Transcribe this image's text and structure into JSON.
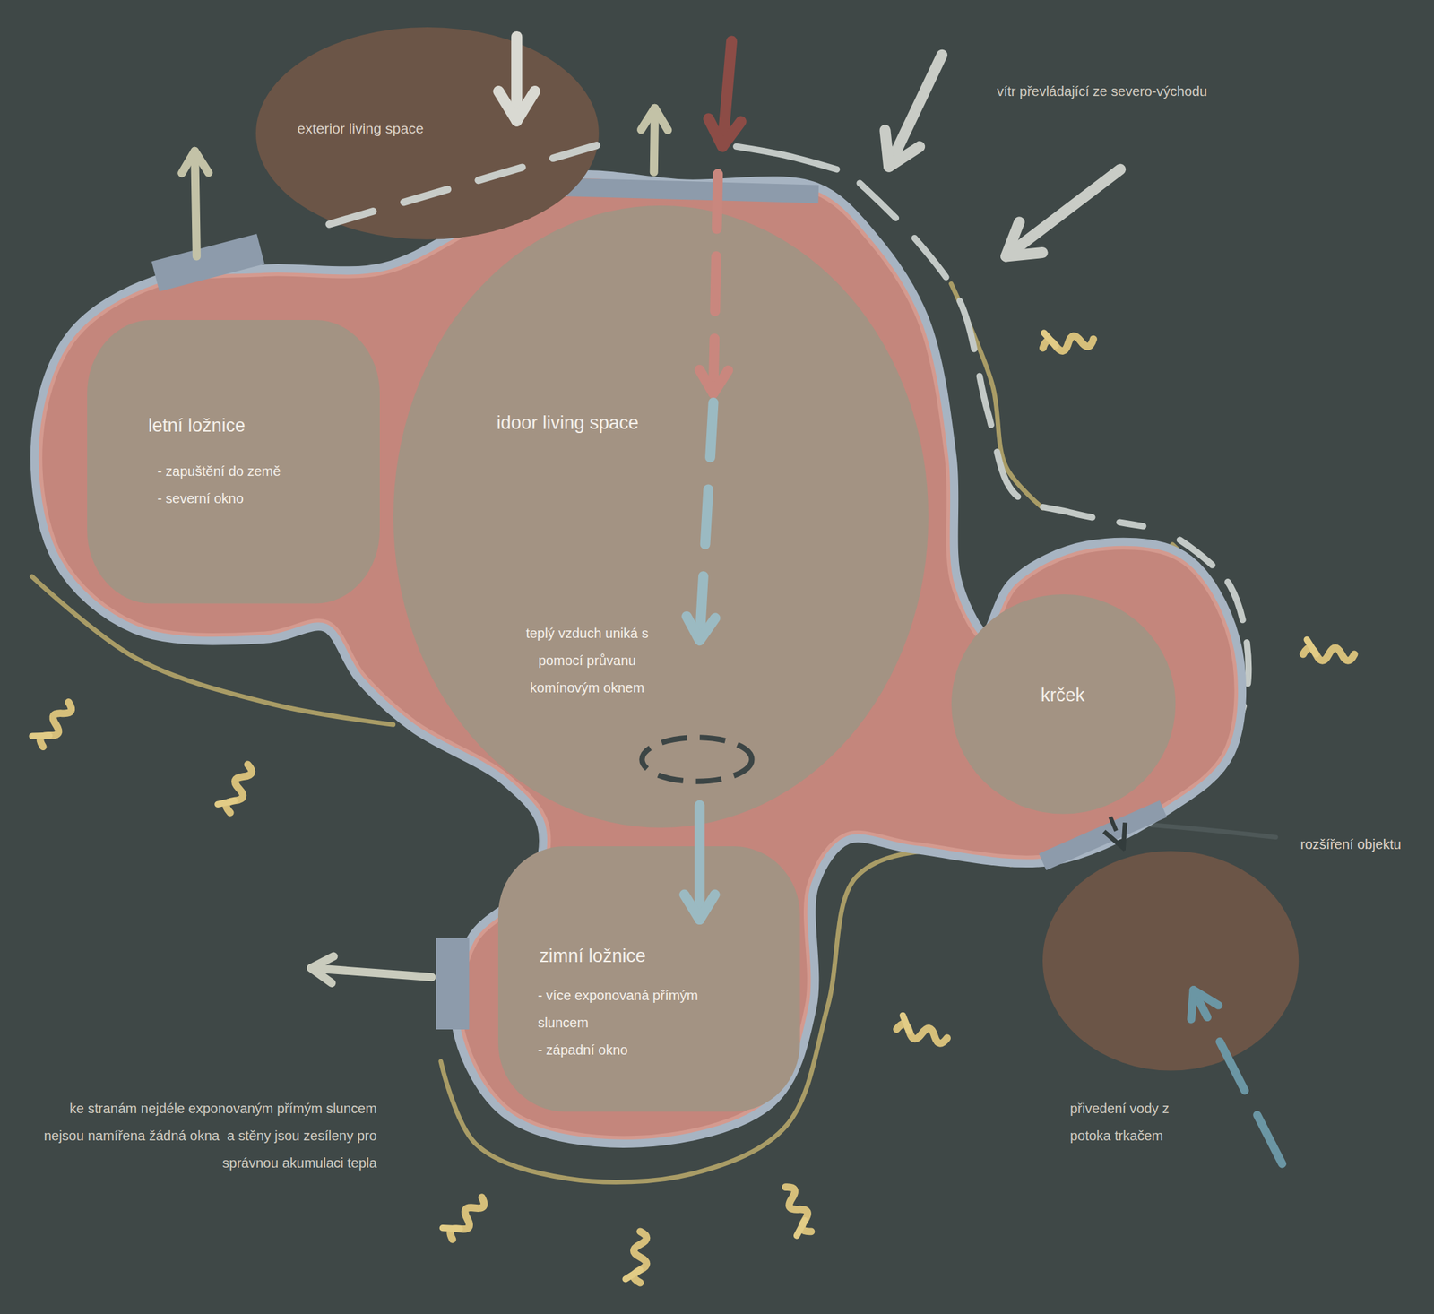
{
  "diagram": {
    "nodes": [
      {
        "text": [
          "exterior living space"
        ]
      },
      {
        "text": [
          "letní ložnice",
          "- zapuštění do země",
          "- severní okno"
        ]
      },
      {
        "text": [
          "idoor living space",
          "teplý vzduch uniká s pomocí průvanu komínovým oknem"
        ]
      },
      {
        "text": [
          "zimní ložnice",
          "- více exponovaná přímým sluncem",
          "- západní okno"
        ]
      },
      {
        "text": [
          "krček"
        ]
      },
      {
        "text": [
          "rozšíření objektu"
        ]
      }
    ],
    "edges": [
      {
        "from": 4,
        "to": 5,
        "arrow": "to"
      }
    ],
    "labels": [
      "vítr převládající ze severo-východu",
      "ke stranám nejdéle exponovaným přímým sluncem nejsou namířena žádná okna  a stěny jsou zesíleny pro správnou akumulaci tepla",
      "přivedení vody z potoka trkačem"
    ]
  }
}
